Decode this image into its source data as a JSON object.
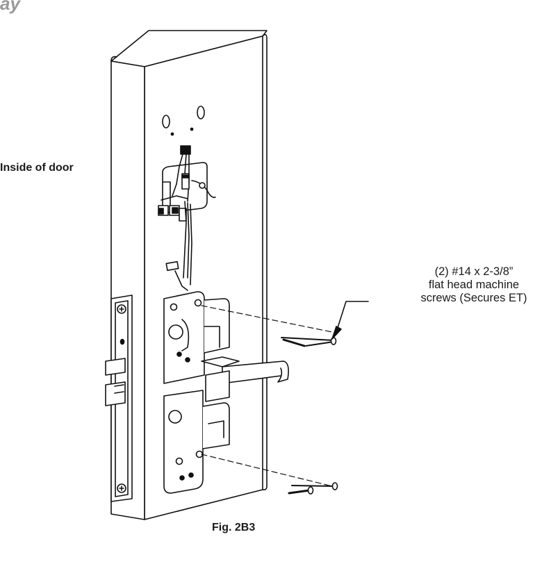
{
  "header_fragment": "ay",
  "side_label": "Inside of door",
  "callout": {
    "line1": "(2) #14 x 2-3/8”",
    "line2": "flat head machine",
    "line3": "screws (Secures ET)"
  },
  "figure_caption": "Fig. 2B3"
}
